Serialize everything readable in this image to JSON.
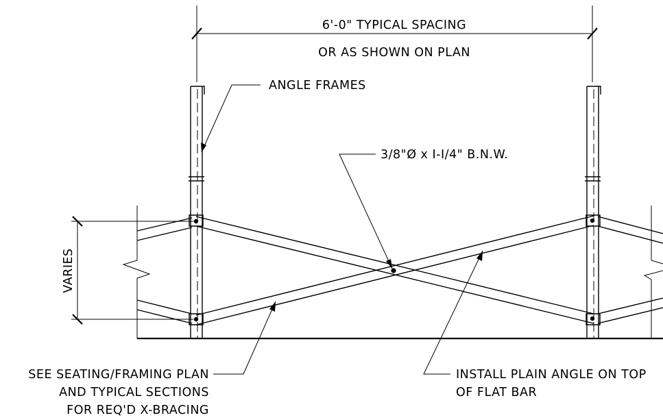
{
  "dimensions": {
    "spacing_top": "6'-0\" TYPICAL SPACING",
    "spacing_bottom": "OR AS SHOWN ON PLAN",
    "varies": "VARIES"
  },
  "callouts": {
    "angle_frames": "ANGLE FRAMES",
    "bolt": "3/8\"Ø x I-I/4\" B.N.W.",
    "see_plan_line1": "SEE SEATING/FRAMING PLAN",
    "see_plan_line2": "AND TYPICAL SECTIONS",
    "see_plan_line3": "FOR REQ'D X-BRACING",
    "install_line1": "INSTALL PLAIN ANGLE ON TOP",
    "install_line2": "OF FLAT BAR"
  }
}
